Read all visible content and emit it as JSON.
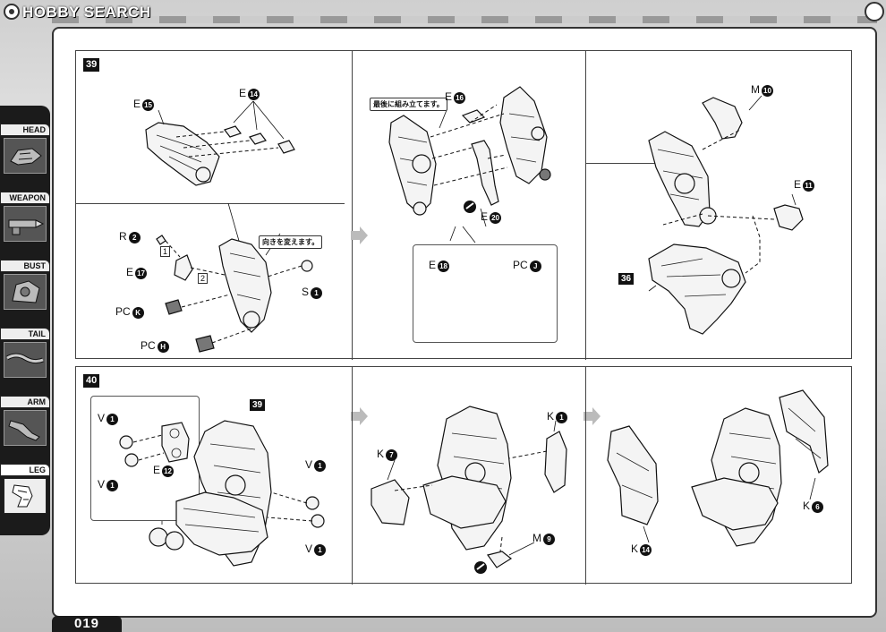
{
  "watermark": "HOBBY SEARCH",
  "page_number": "019",
  "sidebar": {
    "items": [
      {
        "label": "HEAD",
        "icon": "head-icon"
      },
      {
        "label": "WEAPON",
        "icon": "weapon-icon"
      },
      {
        "label": "BUST",
        "icon": "bust-icon"
      },
      {
        "label": "TAIL",
        "icon": "tail-icon"
      },
      {
        "label": "ARM",
        "icon": "arm-icon"
      },
      {
        "label": "LEG",
        "icon": "leg-icon",
        "active": true
      }
    ]
  },
  "step39": {
    "number": "39",
    "panelA": {
      "e15": {
        "letter": "E",
        "num": "15"
      },
      "e14": {
        "letter": "E",
        "num": "14"
      }
    },
    "panelA2": {
      "callout": "向きを変えます。",
      "r2": {
        "letter": "R",
        "num": "2"
      },
      "e17": {
        "letter": "E",
        "num": "17"
      },
      "pck": {
        "letter": "PC",
        "num": "K"
      },
      "pch": {
        "letter": "PC",
        "num": "H"
      },
      "s1": {
        "letter": "S",
        "num": "1"
      },
      "order1": "1",
      "order2": "2"
    },
    "panelB": {
      "callout": "最後に組み立てます。",
      "e16": {
        "letter": "E",
        "num": "16"
      },
      "e20": {
        "letter": "E",
        "num": "20"
      },
      "e18": {
        "letter": "E",
        "num": "18"
      },
      "pcj": {
        "letter": "PC",
        "num": "J"
      }
    },
    "panelC": {
      "m10": {
        "letter": "M",
        "num": "10"
      },
      "e11": {
        "letter": "E",
        "num": "11"
      },
      "ref": "36"
    }
  },
  "step40": {
    "number": "40",
    "panelA": {
      "ref": "39",
      "v1a": {
        "letter": "V",
        "num": "1"
      },
      "v1b": {
        "letter": "V",
        "num": "1"
      },
      "e12": {
        "letter": "E",
        "num": "12"
      },
      "v1c": {
        "letter": "V",
        "num": "1"
      },
      "v1d": {
        "letter": "V",
        "num": "1"
      }
    },
    "panelB": {
      "k1": {
        "letter": "K",
        "num": "1"
      },
      "k7": {
        "letter": "K",
        "num": "7"
      },
      "m9": {
        "letter": "M",
        "num": "9"
      }
    },
    "panelC": {
      "k14": {
        "letter": "K",
        "num": "14"
      },
      "k6": {
        "letter": "K",
        "num": "6"
      }
    }
  }
}
